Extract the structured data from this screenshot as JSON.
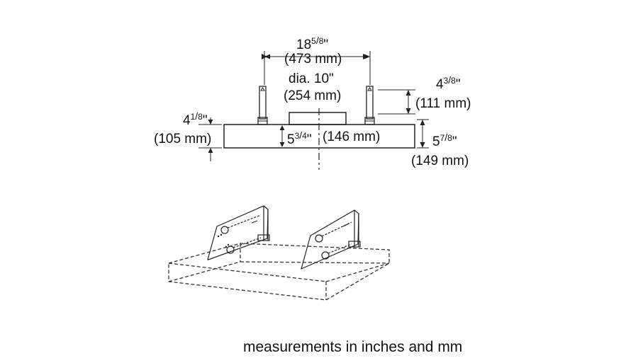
{
  "dimensions": {
    "width": {
      "whole": "18",
      "num": "5",
      "den": "8",
      "unit": "\"",
      "metric": "(473 mm)"
    },
    "duct": {
      "prefix": "dia. 10\"",
      "metric": "(254 mm)"
    },
    "bracket_height": {
      "whole": "4",
      "num": "3",
      "den": "8",
      "unit": "\"",
      "metric": "(111 mm)"
    },
    "left_height": {
      "whole": "4",
      "num": "1",
      "den": "8",
      "unit": "\"",
      "metric": "(105 mm)"
    },
    "center_height": {
      "whole": "5",
      "num": "3",
      "den": "4",
      "unit": "\"",
      "metric": "(146 mm)"
    },
    "right_height": {
      "whole": "5",
      "num": "7",
      "den": "8",
      "unit": "\"",
      "metric": "(149 mm)"
    }
  },
  "caption": "measurements in inches and mm",
  "colors": {
    "line": "#222222",
    "dash": "#333333"
  }
}
